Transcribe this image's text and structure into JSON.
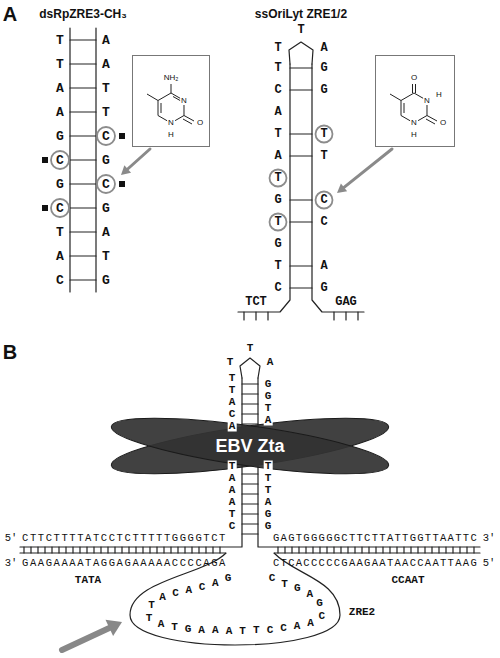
{
  "diagram": {
    "nodes": [
      {
        "text": [
          "NH₂",
          "N",
          "N",
          "H",
          "O"
        ]
      },
      {
        "text": [
          "O",
          "N",
          "H",
          "O",
          "N",
          "H"
        ]
      },
      {
        "text": [
          "EBV Zta"
        ]
      }
    ],
    "labels": [
      "A",
      "dsRpZRE3-CH₃",
      "ssOriLyt ZRE1/2",
      "T",
      "T",
      "A",
      "A",
      "G",
      "C",
      "G",
      "C",
      "T",
      "A",
      "C",
      "A",
      "A",
      "T",
      "T",
      "C",
      "G",
      "C",
      "G",
      "A",
      "T",
      "G",
      "T",
      "T",
      "A",
      "T",
      "C",
      "A",
      "T",
      "A",
      "T",
      "G",
      "T",
      "G",
      "T",
      "C",
      "G",
      "G",
      "T",
      "T",
      "C",
      "C",
      "A",
      "G",
      "TCT",
      "GAG",
      "B",
      "T",
      "T",
      "A",
      "T",
      "T",
      "A",
      "C",
      "A",
      "T",
      "A",
      "A",
      "A",
      "T",
      "C",
      "G",
      "G",
      "T",
      "A",
      "T",
      "T",
      "T",
      "A",
      "G",
      "G",
      "5'",
      "CTTCTTTTATCCTCTTTTTGGGGTCT",
      "GAGTGGGGGCTTCTTATTGGTTAATTC",
      "3'",
      "3'",
      "GAAGAAAATAGGAGAAAAACCCCAGA",
      "CTCACCCCCGAAGAATAACCAATTAAG",
      "5'",
      "TATA",
      "CCAAT",
      "G",
      "A",
      "C",
      "A",
      "C",
      "A",
      "T",
      "T",
      "A",
      "T",
      "G",
      "A",
      "A",
      "A",
      "T",
      "T",
      "C",
      "C",
      "A",
      "A",
      "C",
      "G",
      "A",
      "G",
      "T",
      "C",
      "ZRE2"
    ]
  }
}
